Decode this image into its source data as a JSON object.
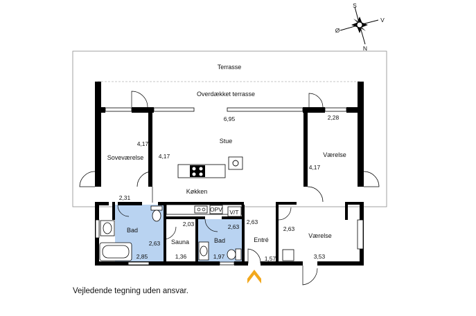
{
  "compass": {
    "n": "N",
    "s": "S",
    "o": "Ø",
    "v": "V"
  },
  "areas": {
    "terrasse": "Terrasse",
    "overdaekket": "Overdækket terrasse"
  },
  "rooms": {
    "stue": "Stue",
    "sovevaerelse": "Soveværelse",
    "vaerelse_top": "Værelse",
    "koekken": "Køkken",
    "bad1": "Bad",
    "sauna": "Sauna",
    "bad2": "Bad",
    "entre": "Entré",
    "vaerelse_bottom": "Værelse",
    "vt": "V/T",
    "opv": "OPV"
  },
  "dims": {
    "stue_width": "6,95",
    "vaerelse_top_width": "2,28",
    "sove_h_right": "4,17",
    "stue_h_left": "4,17",
    "vaerelse_h_left": "4,17",
    "sove_width": "2,31",
    "sauna_top": "2,03",
    "bad2_h": "2,63",
    "entre_h": "2,63",
    "bad1_h": "2,63",
    "vaerelse_bottom_h": "2,63",
    "bad1_w": "2,85",
    "sauna_w": "1,36",
    "bad2_w": "1,97",
    "entre_w": "1,57",
    "vaerelse_bottom_w": "3,53"
  },
  "disclaimer": "Vejledende tegning uden ansvar.",
  "colors": {
    "bath": "#b9d3f1",
    "wall": "#000000",
    "entry_arrow": "#f2a81d"
  }
}
